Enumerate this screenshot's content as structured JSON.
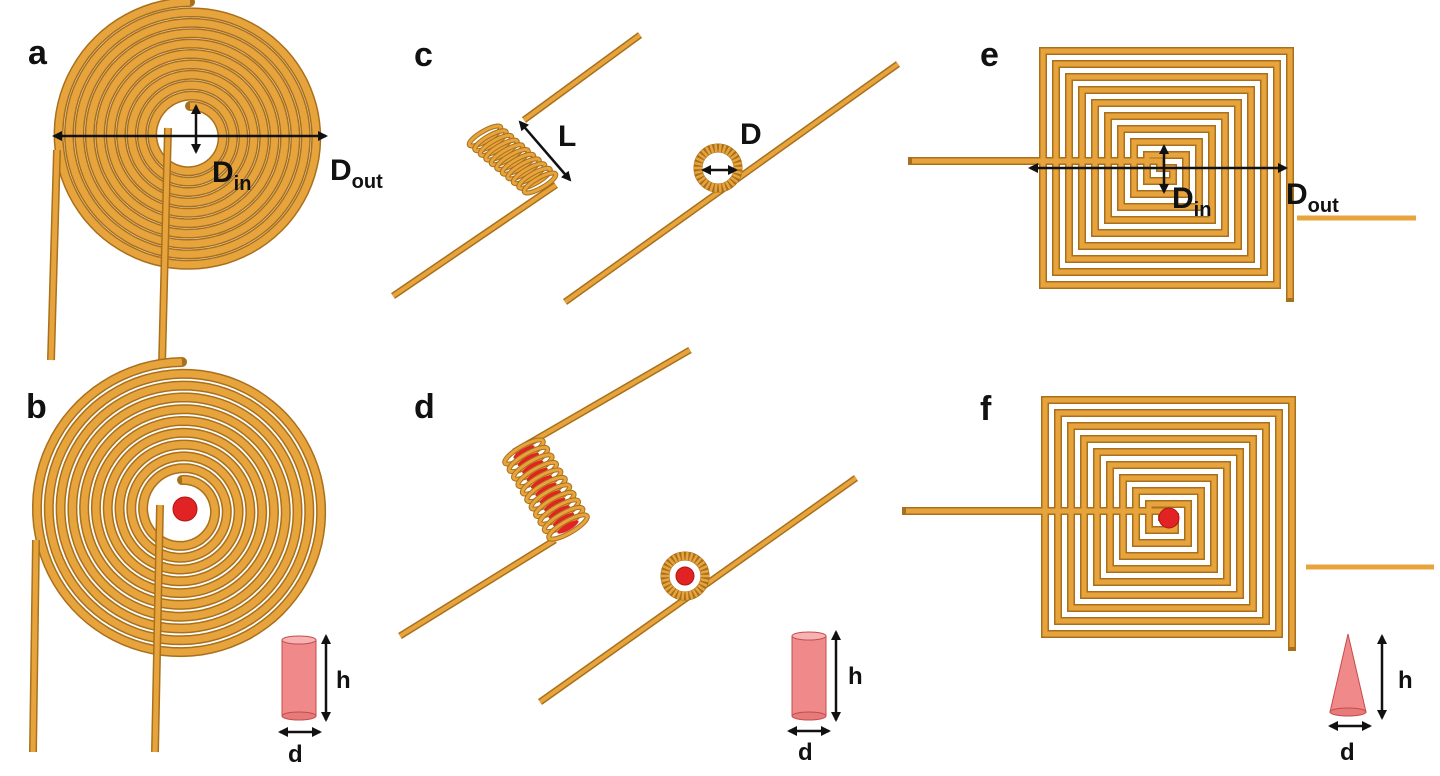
{
  "figure": {
    "panels": [
      {
        "letter": "a",
        "labels": {
          "outer": "D",
          "outer_sub": "out",
          "inner": "D",
          "inner_sub": "in"
        }
      },
      {
        "letter": "b",
        "labels": {
          "height": "h",
          "diameter": "d"
        }
      },
      {
        "letter": "c",
        "labels": {
          "length": "L",
          "diameter": "D"
        }
      },
      {
        "letter": "d",
        "labels": {
          "height": "h",
          "diameter": "d"
        }
      },
      {
        "letter": "e",
        "labels": {
          "outer": "D",
          "outer_sub": "out",
          "inner": "D",
          "inner_sub": "in"
        }
      },
      {
        "letter": "f",
        "labels": {
          "height": "h",
          "diameter": "d"
        }
      }
    ]
  },
  "colors": {
    "wire": "#e8a43c",
    "wire_edge": "#a8701c",
    "sample": "#e12323",
    "sample_solid": "#f08a8a",
    "sample_edge": "#c64b4b",
    "arrow": "#111111",
    "background": "#ffffff"
  }
}
